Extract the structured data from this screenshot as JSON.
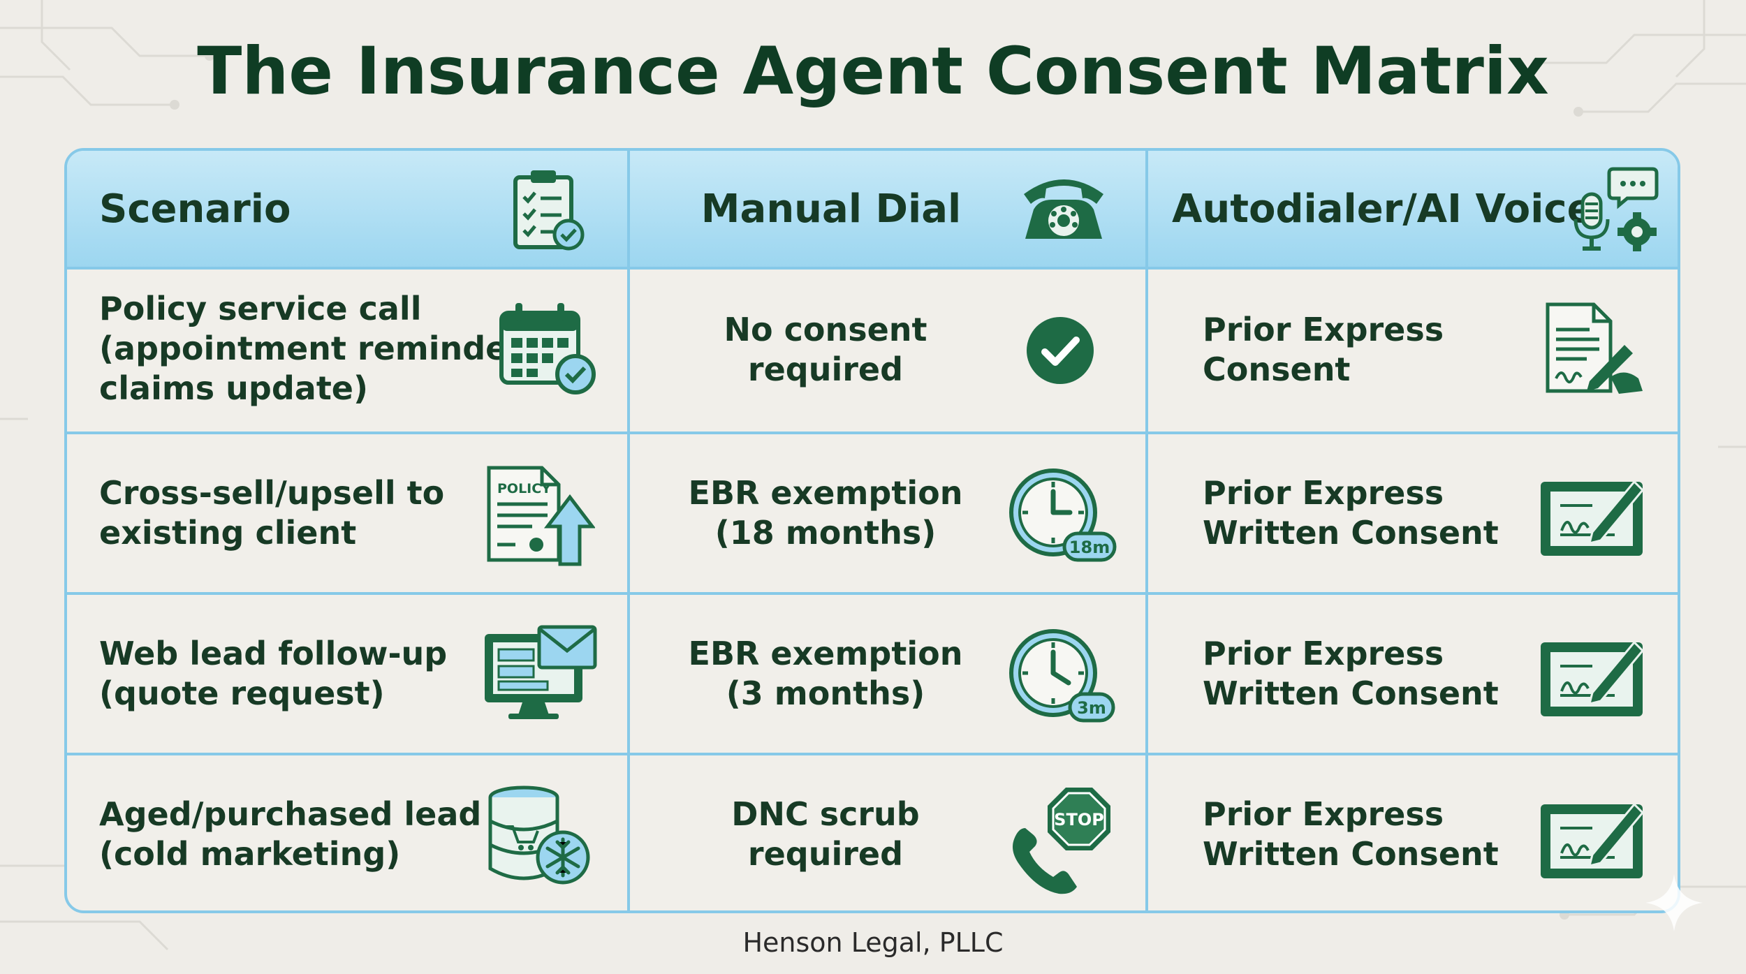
{
  "title": "The Insurance Agent Consent Matrix",
  "footer": "Henson Legal, PLLC",
  "headers": {
    "scenario": "Scenario",
    "manual": "Manual Dial",
    "autodialer": "Autodialer/AI Voice"
  },
  "rows": [
    {
      "scenario": [
        "Policy service call",
        "(appointment reminder,",
        "claims update)"
      ],
      "manual": [
        "No consent",
        "required"
      ],
      "autodialer": [
        "Prior Express",
        "Consent"
      ]
    },
    {
      "scenario": [
        "Cross-sell/upsell to",
        "existing client"
      ],
      "manual": [
        "EBR exemption",
        "(18 months)"
      ],
      "autodialer": [
        "Prior Express",
        "Written Consent"
      ]
    },
    {
      "scenario": [
        "Web lead follow-up",
        "(quote request)"
      ],
      "manual": [
        "EBR exemption",
        "(3 months)"
      ],
      "autodialer": [
        "Prior Express",
        "Written Consent"
      ]
    },
    {
      "scenario": [
        "Aged/purchased lead",
        "(cold marketing)"
      ],
      "manual": [
        "DNC scrub",
        "required"
      ],
      "autodialer": [
        "Prior Express",
        "Written Consent"
      ]
    }
  ],
  "icon_labels": {
    "policy": "POLICY",
    "clock_18": "18m",
    "clock_3": "3m",
    "stop": "STOP"
  },
  "colors": {
    "title": "#0f3d24",
    "icon_green": "#1e6b45",
    "border_blue": "#86c9e8",
    "header_bg": "#a8dbf2"
  }
}
